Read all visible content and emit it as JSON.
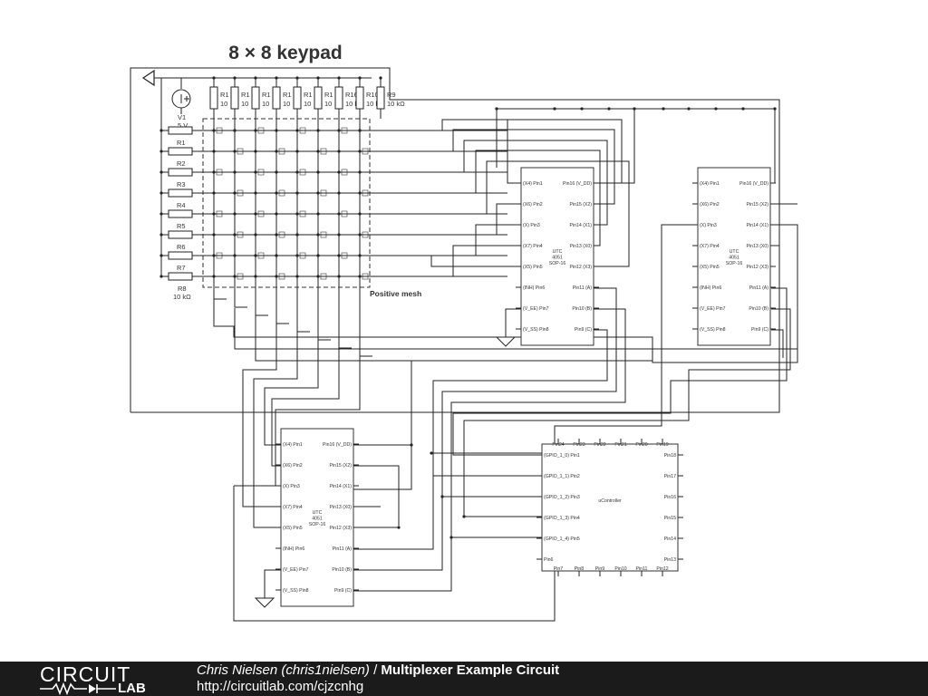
{
  "diagram": {
    "title": "8 × 8 keypad",
    "mesh_label": "Positive mesh",
    "source": {
      "name": "V1",
      "value": "5 V"
    },
    "row_resistors": [
      "R1",
      "R2",
      "R3",
      "R4",
      "R5",
      "R6",
      "R7",
      "R8"
    ],
    "r8_value": "10 kΩ",
    "column_resistors": [
      {
        "name": "R1",
        "value": "10"
      },
      {
        "name": "R1",
        "value": "10"
      },
      {
        "name": "R1",
        "value": "10"
      },
      {
        "name": "R1",
        "value": "10"
      },
      {
        "name": "R1",
        "value": "10"
      },
      {
        "name": "R1",
        "value": "10"
      },
      {
        "name": "R16",
        "value": "10 kΩ"
      },
      {
        "name": "R10",
        "value": "10 kΩ"
      },
      {
        "name": "R9",
        "value": "10 kΩ"
      }
    ],
    "mux_pins_left": [
      "(X4) Pin1",
      "(X6) Pin2",
      "(X) Pin3",
      "(X7) Pin4",
      "(X5) Pin5",
      "(INH) Pin6",
      "(V_EE) Pin7",
      "(V_SS) Pin8"
    ],
    "mux_pins_right": [
      "Pin16 (V_DD)",
      "Pin15 (X2)",
      "Pin14 (X1)",
      "Pin13 (X0)",
      "Pin12 (X3)",
      "Pin11 (A)",
      "Pin10 (B)",
      "Pin9 (C)"
    ],
    "mux_part_lines": [
      "UTC",
      "4051",
      "SOP-16"
    ],
    "mcu": {
      "name": "uController",
      "left_pins": [
        "(GPIO_1_0) Pin1",
        "(GPIO_1_1) Pin2",
        "(GPIO_1_2) Pin3",
        "(GPIO_1_3) Pin4",
        "(GPIO_1_4) Pin5",
        "Pin6"
      ],
      "right_pins": [
        "Pin18",
        "Pin17",
        "Pin16",
        "Pin15",
        "Pin14",
        "Pin13"
      ],
      "top_pins": [
        "Pin24",
        "Pin23",
        "Pin22",
        "Pin21",
        "Pin20",
        "Pin19"
      ],
      "bottom_pins": [
        "Pin7",
        "Pin8",
        "Pin9",
        "Pin10",
        "Pin11",
        "Pin12"
      ]
    }
  },
  "footer": {
    "logo_top": "CIRCUIT",
    "logo_bottom": "LAB",
    "author": "Chris Nielsen (chris1nielsen)",
    "separator": " / ",
    "title": "Multiplexer Example Circuit",
    "url": "http://circuitlab.com/cjzcnhg"
  },
  "colors": {
    "line": "#222222",
    "footer_bg": "#1b1b1b",
    "footer_text": "#ffffff"
  },
  "icons": [
    "ground-icon",
    "battery-icon",
    "resistor-icon",
    "port-arrow-icon"
  ]
}
